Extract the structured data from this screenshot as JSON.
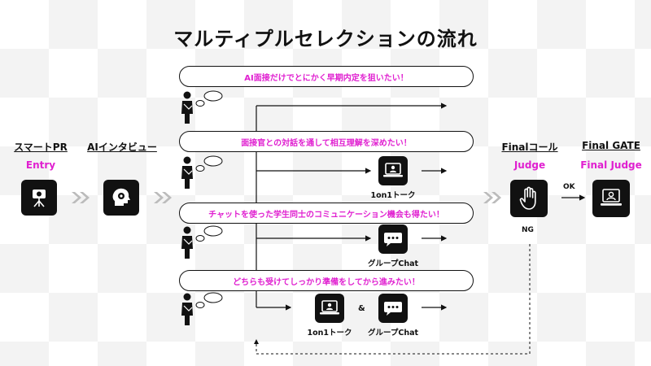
{
  "title": "マルティプルセレクションの流れ",
  "stages": {
    "smartpr": {
      "label": "スマートPR",
      "sub": "Entry",
      "icon": "camera-icon"
    },
    "ai": {
      "label": "AIインタビュー",
      "sub": "",
      "icon": "ai-head-icon"
    },
    "final_call": {
      "label": "Finalコール",
      "sub": "Judge",
      "icon": "hand-icon"
    },
    "final_gate": {
      "label": "Final GATE",
      "sub": "Final Judge",
      "icon": "laptop-person-icon"
    }
  },
  "routes": [
    {
      "bubble": "AI面接だけでとにかく早期内定を狙いたい！",
      "outputs": []
    },
    {
      "bubble": "面接官との対話を通して相互理解を深めたい！",
      "outputs": [
        {
          "icon": "laptop-person-icon",
          "caption": "1on1トーク"
        }
      ]
    },
    {
      "bubble": "チャットを使った学生同士のコミュニケーション機会も得たい！",
      "outputs": [
        {
          "icon": "chat-bubble-icon",
          "caption": "グループChat"
        }
      ]
    },
    {
      "bubble": "どちらも受けてしっかり準備をしてから進みたい！",
      "outputs": [
        {
          "icon": "laptop-person-icon",
          "caption": "1on1トーク"
        },
        {
          "icon": "chat-bubble-icon",
          "caption": "グループChat"
        }
      ],
      "joiner": "&"
    }
  ],
  "labels": {
    "ok": "OK",
    "ng": "NG"
  },
  "colors": {
    "accent": "#e020d0",
    "ink": "#111111"
  }
}
